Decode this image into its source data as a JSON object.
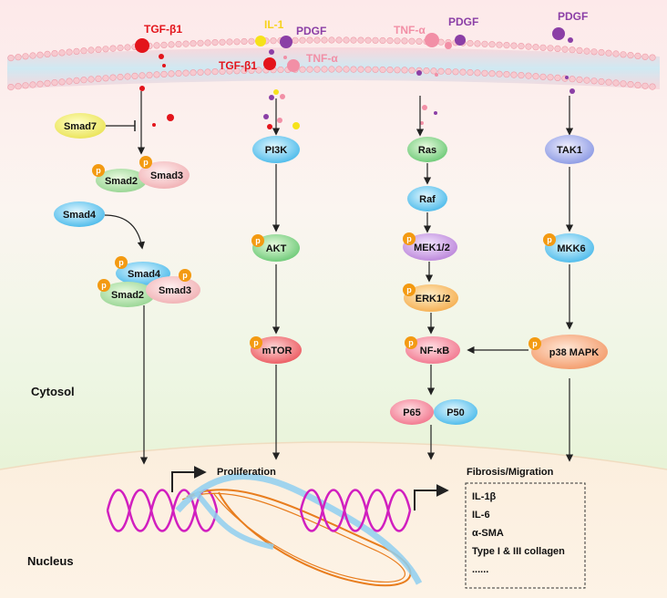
{
  "colors": {
    "tgf": "#e3141b",
    "il1": "#f6e21a",
    "pdgf": "#8b3fa6",
    "tnf": "#f28fa6",
    "phospho": "#f39a12"
  },
  "ligands": {
    "tgf_b1_top": "TGF-β1",
    "il1": "IL-1",
    "pdgf_1": "PDGF",
    "tgf_b1_mid": "TGF-β1",
    "tnf_a_1": "TNF-α",
    "tnf_a_2": "TNF-α",
    "pdgf_2": "PDGF",
    "pdgf_3": "PDGF"
  },
  "nodes": {
    "smad7": "Smad7",
    "smad2_a": "Smad2",
    "smad3_a": "Smad3",
    "smad4_a": "Smad4",
    "smad4_b": "Smad4",
    "smad2_b": "Smad2",
    "smad3_b": "Smad3",
    "pi3k": "PI3K",
    "akt": "AKT",
    "mtor": "mTOR",
    "ras": "Ras",
    "raf": "Raf",
    "mek": "MEK1/2",
    "erk": "ERK1/2",
    "nfkb": "NF-κB",
    "p65": "P65",
    "p50": "P50",
    "tak1": "TAK1",
    "mkk6": "MKK6",
    "p38": "p38 MAPK"
  },
  "phospho_label": "p",
  "regions": {
    "cytosol": "Cytosol",
    "nucleus": "Nucleus"
  },
  "outcomes": {
    "proliferation": "Proliferation",
    "fibrosis": "Fibrosis/Migration",
    "genes": [
      "IL-1β",
      "IL-6",
      "α-SMA",
      "Type I & III collagen",
      "......"
    ]
  }
}
